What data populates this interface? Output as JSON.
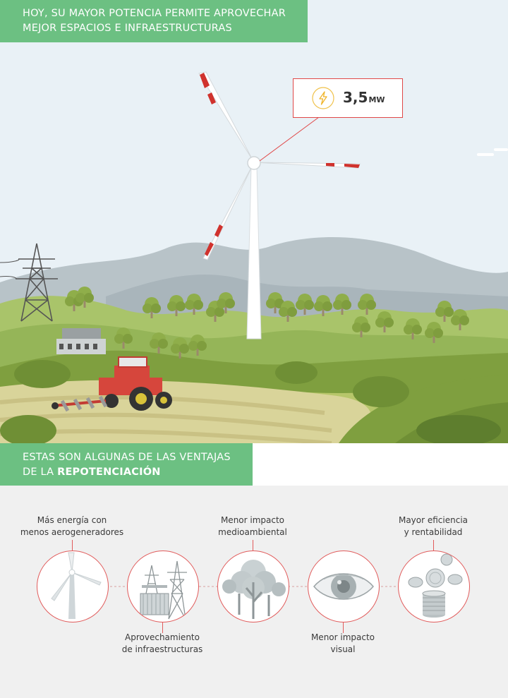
{
  "header": {
    "line1": "HOY, SU MAYOR POTENCIA PERMITE APROVECHAR",
    "line2": "MEJOR ESPACIOS E INFRAESTRUCTURAS"
  },
  "callout": {
    "value": "3,5",
    "unit": "MW",
    "icon": "lightning-icon"
  },
  "section": {
    "line1": "ESTAS SON ALGUNAS DE LAS VENTAJAS",
    "line2_prefix": "DE LA ",
    "line2_bold": "REPOTENCIACIÓN"
  },
  "benefits": [
    {
      "icon": "wind-turbine-icon",
      "line1": "Más energía con",
      "line2": "menos aerogeneradores"
    },
    {
      "icon": "power-infrastructure-icon",
      "line1": "Aprovechamiento",
      "line2": "de infraestructuras"
    },
    {
      "icon": "trees-icon",
      "line1": "Menor impacto",
      "line2": "medioambiental"
    },
    {
      "icon": "eye-icon",
      "line1": "Menor impacto",
      "line2": "visual"
    },
    {
      "icon": "coins-icon",
      "line1": "Mayor eficiencia",
      "line2": "y rentabilidad"
    }
  ],
  "colors": {
    "green_banner": "#6cc082",
    "accent_red": "#e04848",
    "sky": "#e9f1f6"
  }
}
